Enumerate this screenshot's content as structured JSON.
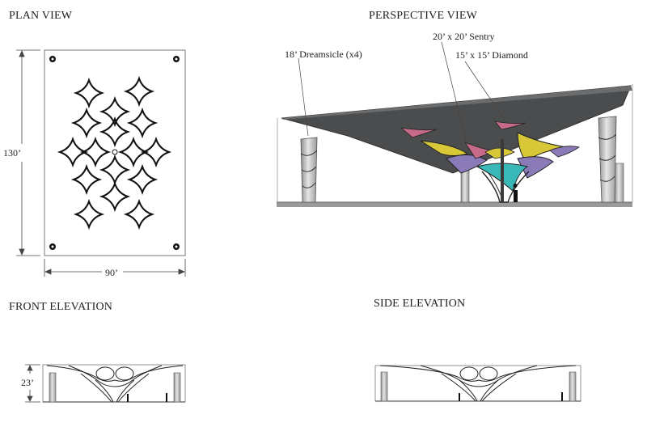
{
  "titles": {
    "plan": "PLAN VIEW",
    "perspective": "PERSPECTIVE VIEW",
    "front": "FRONT ELEVATION",
    "side": "SIDE ELEVATION"
  },
  "dimensions": {
    "plan_height": "130’",
    "plan_width": "90’",
    "front_height": "23’"
  },
  "callouts": {
    "dreamsicle": "18’ Dreamsicle (x4)",
    "sentry": "20’ x 20’ Sentry",
    "diamond": "15’ x 15’ Diamond"
  },
  "colors": {
    "canopy": "#4a4c4e",
    "sail_yellow": "#d8c838",
    "sail_purple": "#8a7ab8",
    "sail_teal": "#3ab8b8",
    "sail_pink": "#c86a8a",
    "column": "#c9c9c9"
  }
}
